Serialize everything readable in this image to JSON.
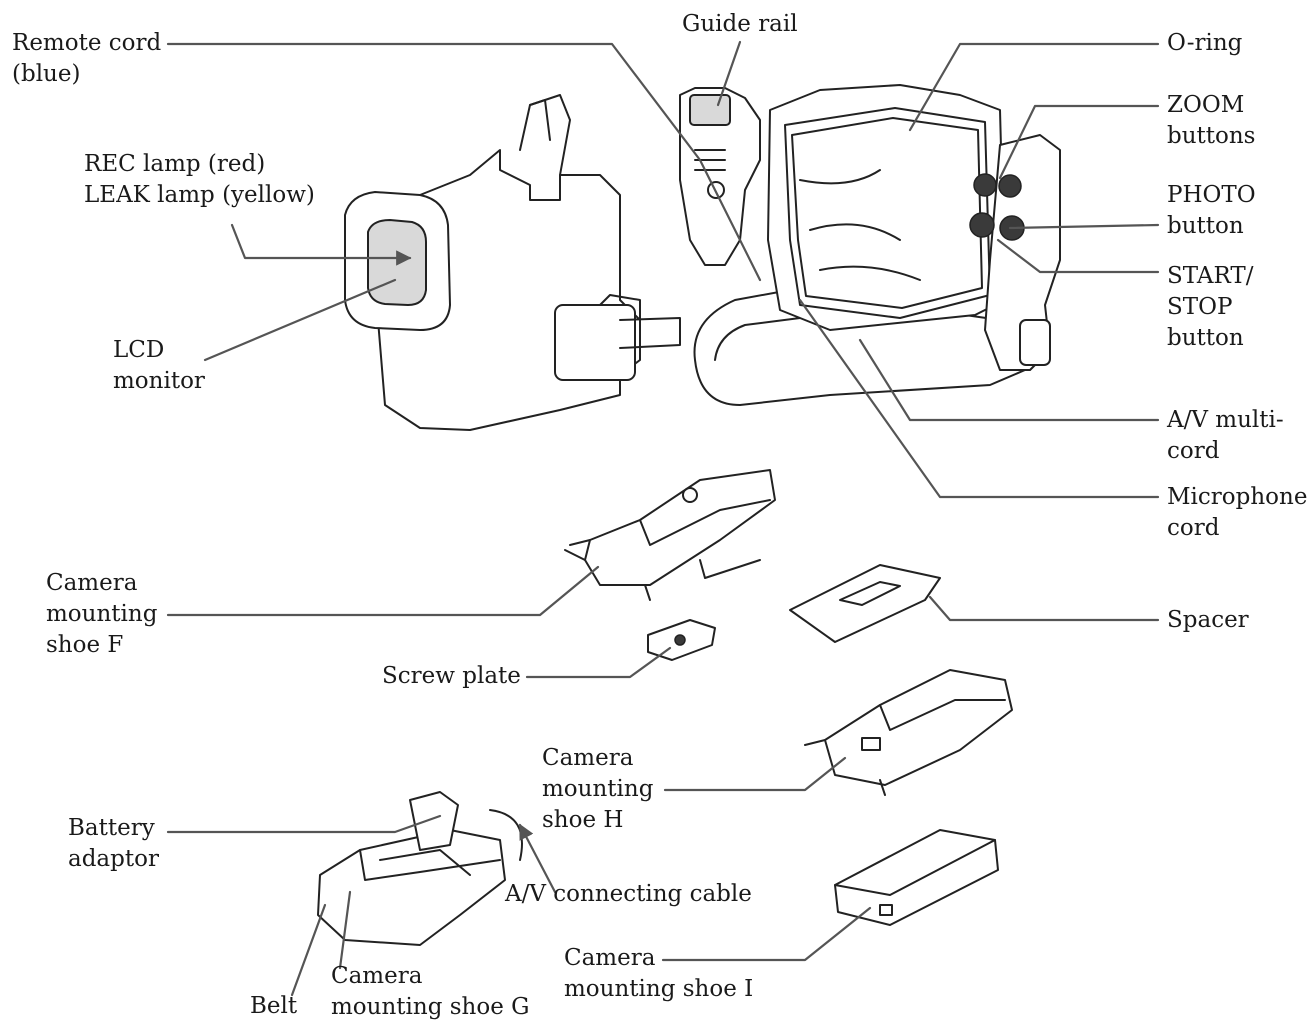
{
  "labels": {
    "remote_cord": [
      "Remote cord",
      "(blue)"
    ],
    "guide_rail": [
      "Guide rail"
    ],
    "o_ring": [
      "O-ring"
    ],
    "zoom_buttons": [
      "ZOOM",
      "buttons"
    ],
    "rec_leak_lamp": [
      "REC lamp (red)",
      "LEAK lamp (yellow)"
    ],
    "photo_button": [
      "PHOTO",
      "button"
    ],
    "start_stop_button": [
      "START/",
      "STOP",
      "button"
    ],
    "lcd_monitor": [
      "LCD",
      "monitor"
    ],
    "av_multi_cord": [
      "A/V multi-",
      "cord"
    ],
    "microphone_cord": [
      "Microphone",
      "cord"
    ],
    "shoe_f": [
      "Camera",
      "mounting",
      "shoe F"
    ],
    "spacer": [
      "Spacer"
    ],
    "screw_plate": [
      "Screw plate"
    ],
    "shoe_h": [
      "Camera",
      "mounting",
      "shoe H"
    ],
    "battery_adaptor": [
      "Battery",
      "adaptor"
    ],
    "av_connecting_cable": [
      "A/V connecting cable"
    ],
    "shoe_i": [
      "Camera",
      "mounting shoe I"
    ],
    "shoe_g": [
      "Camera",
      "mounting shoe G"
    ],
    "belt": [
      "Belt"
    ]
  }
}
